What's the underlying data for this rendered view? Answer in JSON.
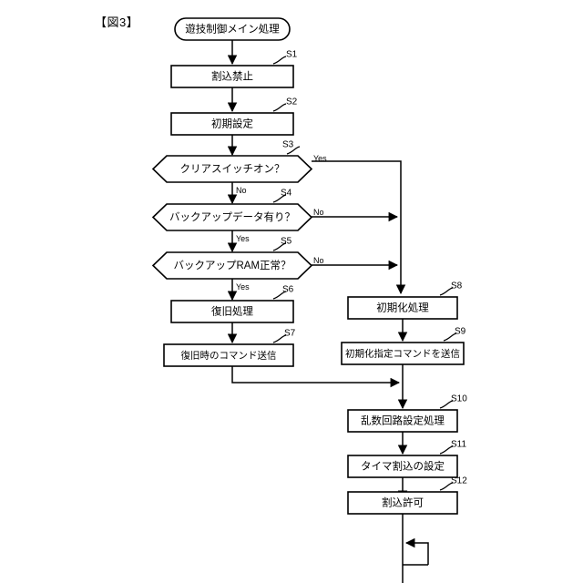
{
  "figure": {
    "title": "【図3】"
  },
  "flowchart": {
    "type": "flowchart",
    "start": {
      "shape": "stadium",
      "label": "遊技制御メイン処理"
    },
    "nodes": [
      {
        "step": "S1",
        "shape": "process",
        "label": "割込禁止",
        "column": "left"
      },
      {
        "step": "S2",
        "shape": "process",
        "label": "初期設定",
        "column": "left"
      },
      {
        "step": "S3",
        "shape": "decision",
        "label": "クリアスイッチオン？",
        "column": "left",
        "yes": "Yes",
        "no": "No"
      },
      {
        "step": "S4",
        "shape": "decision",
        "label": "バックアップデータ有り？",
        "column": "left",
        "yes": "Yes",
        "no": "No"
      },
      {
        "step": "S5",
        "shape": "decision",
        "label": "バックアップRAM正常？",
        "column": "left",
        "yes": "Yes",
        "no": "No"
      },
      {
        "step": "S6",
        "shape": "process",
        "label": "復旧処理",
        "column": "left"
      },
      {
        "step": "S7",
        "shape": "process",
        "label": "復旧時のコマンド送信",
        "column": "left"
      },
      {
        "step": "S8",
        "shape": "process",
        "label": "初期化処理",
        "column": "right"
      },
      {
        "step": "S9",
        "shape": "process",
        "label": "初期化指定コマンドを送信",
        "column": "right"
      },
      {
        "step": "S10",
        "shape": "process",
        "label": "乱数回路設定処理",
        "column": "right"
      },
      {
        "step": "S11",
        "shape": "process",
        "label": "タイマ割込の設定",
        "column": "right"
      },
      {
        "step": "S12",
        "shape": "process",
        "label": "割込許可",
        "column": "right"
      }
    ],
    "branch_labels": {
      "s3_yes": "Yes",
      "s3_no": "No",
      "s4_no": "No",
      "s4_yes": "Yes",
      "s5_no": "No",
      "s5_yes": "Yes"
    },
    "colors": {
      "stroke": "#000000",
      "fill": "#ffffff",
      "text": "#000000"
    }
  }
}
